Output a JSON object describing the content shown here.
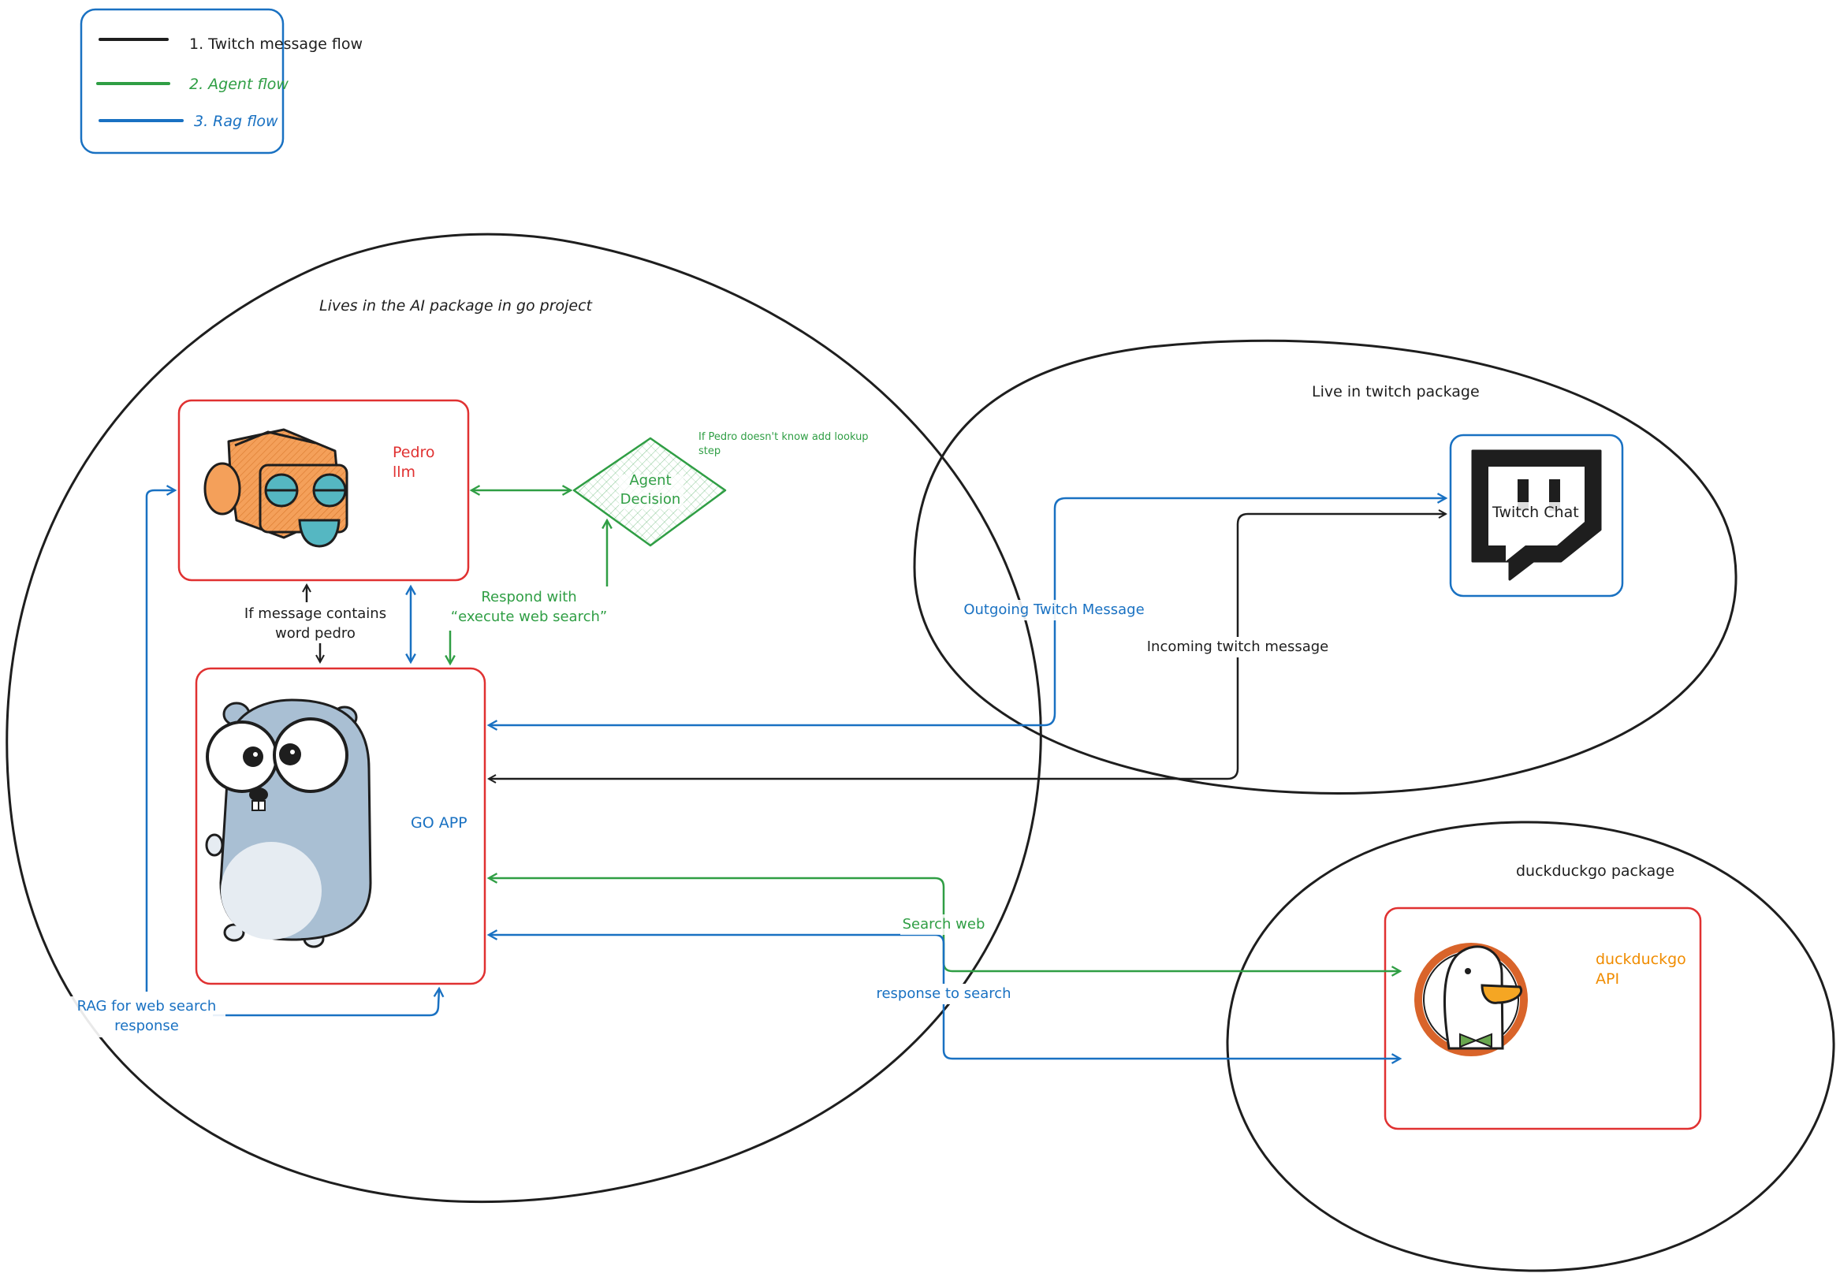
{
  "legend": {
    "items": [
      {
        "label": "1. Twitch message flow",
        "color": "#1e1e1e"
      },
      {
        "label": "2. Agent flow",
        "color": "#2f9e44"
      },
      {
        "label": "3. Rag flow",
        "color": "#1971c2"
      }
    ]
  },
  "regions": {
    "ai_package": "Lives in the AI package in go project",
    "twitch_package": "Live in twitch package",
    "duckduckgo_package": "duckduckgo package"
  },
  "nodes": {
    "pedro": {
      "line1": "Pedro",
      "line2": "llm"
    },
    "agent_decision": {
      "line1": "Agent",
      "line2": "Decision"
    },
    "agent_note": {
      "line1": "If Pedro doesn't know add lookup",
      "line2": "step"
    },
    "go_app": "GO APP",
    "twitch_chat": "Twitch Chat",
    "duckduckgo": {
      "line1": "duckduckgo",
      "line2": "API"
    }
  },
  "edge_labels": {
    "if_message": {
      "line1": "If message contains",
      "line2": "word pedro"
    },
    "respond_with": {
      "line1": "Respond with",
      "line2": "“execute web search”"
    },
    "outgoing": "Outgoing Twitch Message",
    "incoming": "Incoming twitch message",
    "search_web": "Search web",
    "response_to_search": "response to search",
    "rag": {
      "line1": "RAG for web search",
      "line2": "response"
    }
  },
  "colors": {
    "black": "#1e1e1e",
    "green": "#2f9e44",
    "blue": "#1971c2",
    "red": "#e03131",
    "orange": "#f08c00"
  }
}
